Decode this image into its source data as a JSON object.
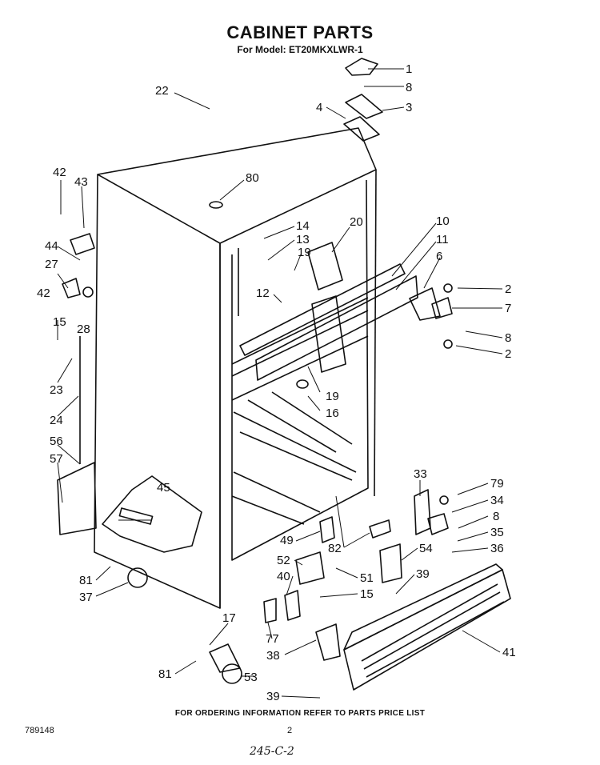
{
  "header": {
    "title": "CABINET PARTS",
    "subtitle": "For Model: ET20MKXLWR-1"
  },
  "footer": {
    "ordering_note": "FOR ORDERING INFORMATION REFER TO PARTS PRICE LIST",
    "diagram_code": "789148",
    "page_number": "2",
    "handwritten_note": "245-C-2"
  },
  "callouts": [
    "1",
    "8",
    "3",
    "4",
    "22",
    "80",
    "42",
    "43",
    "44",
    "27",
    "42",
    "28",
    "15",
    "23",
    "24",
    "56",
    "57",
    "45",
    "14",
    "13",
    "20",
    "19",
    "12",
    "10",
    "11",
    "6",
    "2",
    "7",
    "8",
    "2",
    "19",
    "16",
    "33",
    "79",
    "34",
    "8",
    "35",
    "36",
    "49",
    "82",
    "54",
    "52",
    "51",
    "40",
    "15",
    "39",
    "41",
    "81",
    "37",
    "17",
    "77",
    "38",
    "81",
    "53",
    "39"
  ]
}
